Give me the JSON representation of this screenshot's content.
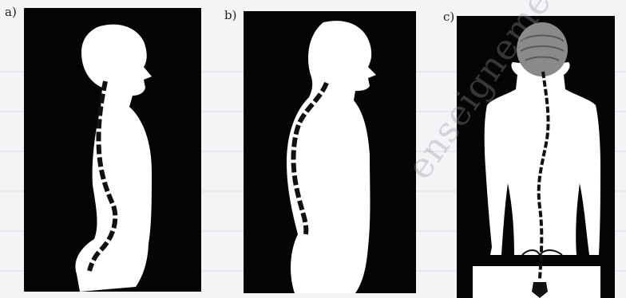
{
  "panels": [
    {
      "label": "a)"
    },
    {
      "label": "b)"
    },
    {
      "label": "c)"
    }
  ],
  "watermark": "enseignement",
  "colors": {
    "background": "#050505",
    "silhouette": "#ffffff",
    "spine": "#111111",
    "skull": "#8a8a8a"
  }
}
